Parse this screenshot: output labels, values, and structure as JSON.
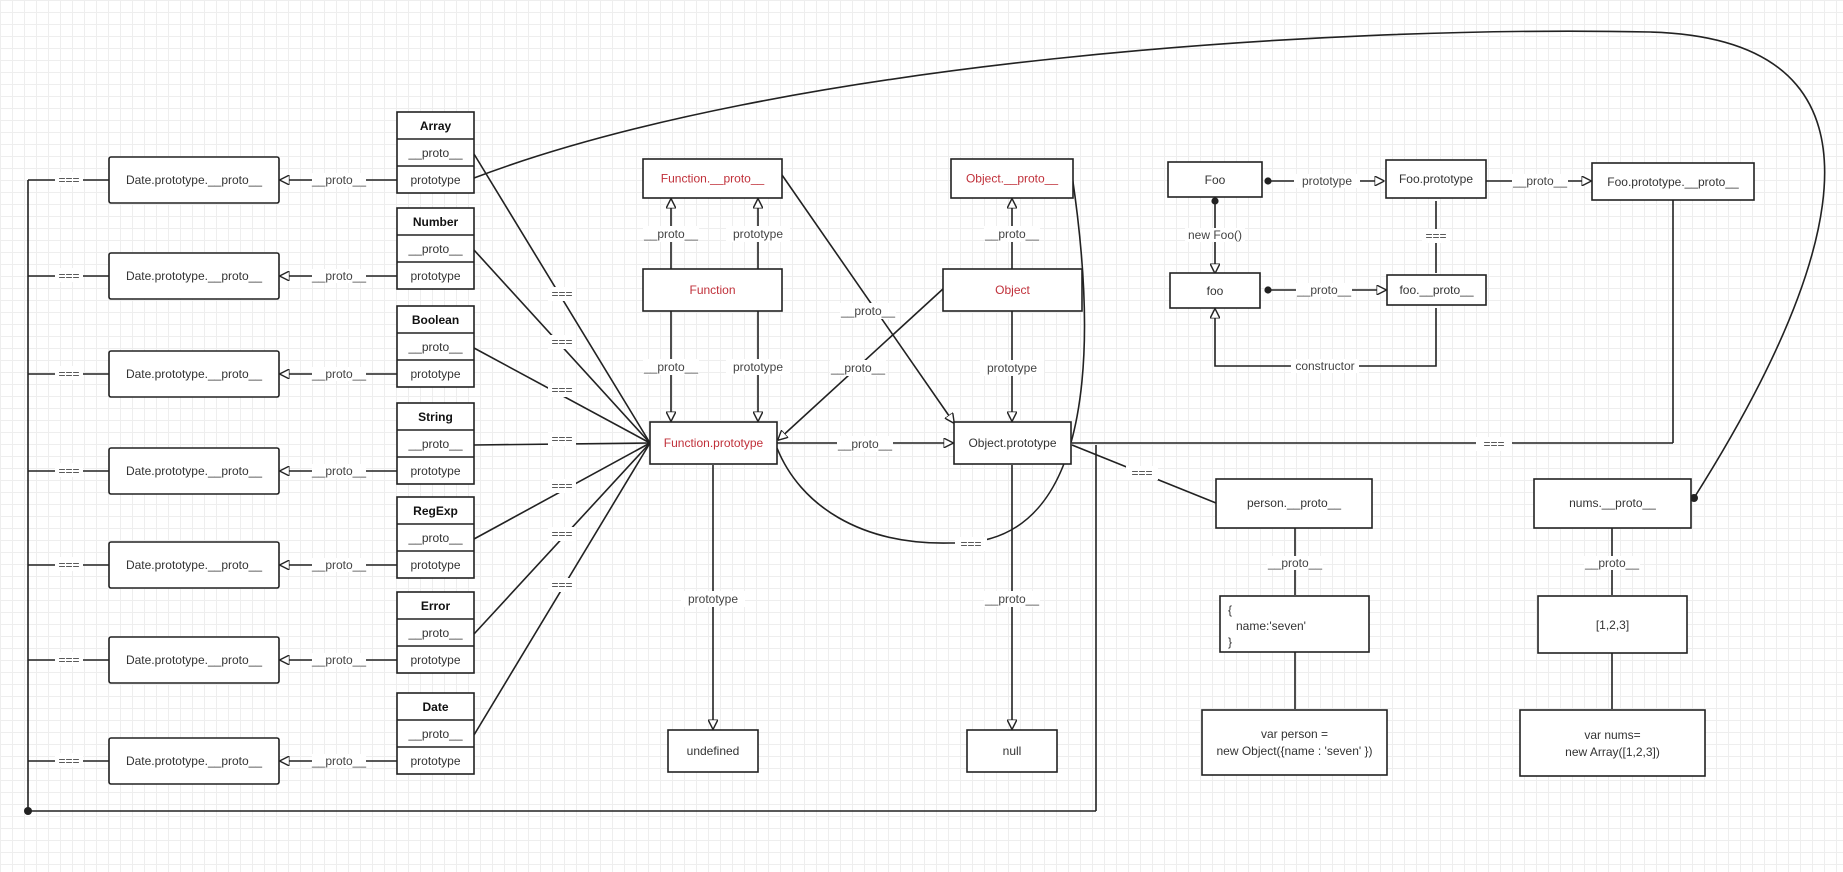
{
  "constructors": [
    {
      "name": "Array",
      "row1": "__proto__",
      "row2": "prototype",
      "target": "Date.prototype.__proto__",
      "arrow_label": "__proto__"
    },
    {
      "name": "Number",
      "row1": "__proto__",
      "row2": "prototype",
      "target": "Date.prototype.__proto__",
      "arrow_label": "__proto__"
    },
    {
      "name": "Boolean",
      "row1": "__proto__",
      "row2": "prototype",
      "target": "Date.prototype.__proto__",
      "arrow_label": "__proto__"
    },
    {
      "name": "String",
      "row1": "__proto__",
      "row2": "prototype",
      "target": "Date.prototype.__proto__",
      "arrow_label": "__proto__"
    },
    {
      "name": "RegExp",
      "row1": "__proto__",
      "row2": "prototype",
      "target": "Date.prototype.__proto__",
      "arrow_label": "__proto__"
    },
    {
      "name": "Error",
      "row1": "__proto__",
      "row2": "prototype",
      "target": "Date.prototype.__proto__",
      "arrow_label": "__proto__"
    },
    {
      "name": "Date",
      "row1": "__proto__",
      "row2": "prototype",
      "target": "Date.prototype.__proto__",
      "arrow_label": "__proto__"
    }
  ],
  "equals": "===",
  "nodes": {
    "function_proto_prop": "Function.__proto__",
    "function": "Function",
    "function_prototype": "Function.prototype",
    "undefined": "undefined",
    "object_proto_prop": "Object.__proto__",
    "object": "Object",
    "object_prototype": "Object.prototype",
    "null": "null",
    "foo": "Foo",
    "foo_prototype": "Foo.prototype",
    "foo_prototype_proto": "Foo.prototype.__proto__",
    "foo_instance": "foo",
    "foo_instance_proto": "foo.__proto__",
    "person_proto": "person.__proto__",
    "person_literal_1": "{",
    "person_literal_2": "name:'seven'",
    "person_literal_3": "}",
    "person_code_1": "var person =",
    "person_code_2": "new Object({name : 'seven' })",
    "nums_proto": "nums.__proto__",
    "nums_literal": "[1,2,3]",
    "nums_code_1": "var nums=",
    "nums_code_2": "new Array([1,2,3])"
  },
  "labels": {
    "proto": "__proto__",
    "prototype": "prototype",
    "new_foo": "new Foo()",
    "constructor": "constructor"
  },
  "colors": {
    "line": "#222222",
    "highlight_text": "#c0303a",
    "grid": "#eeeeee"
  }
}
